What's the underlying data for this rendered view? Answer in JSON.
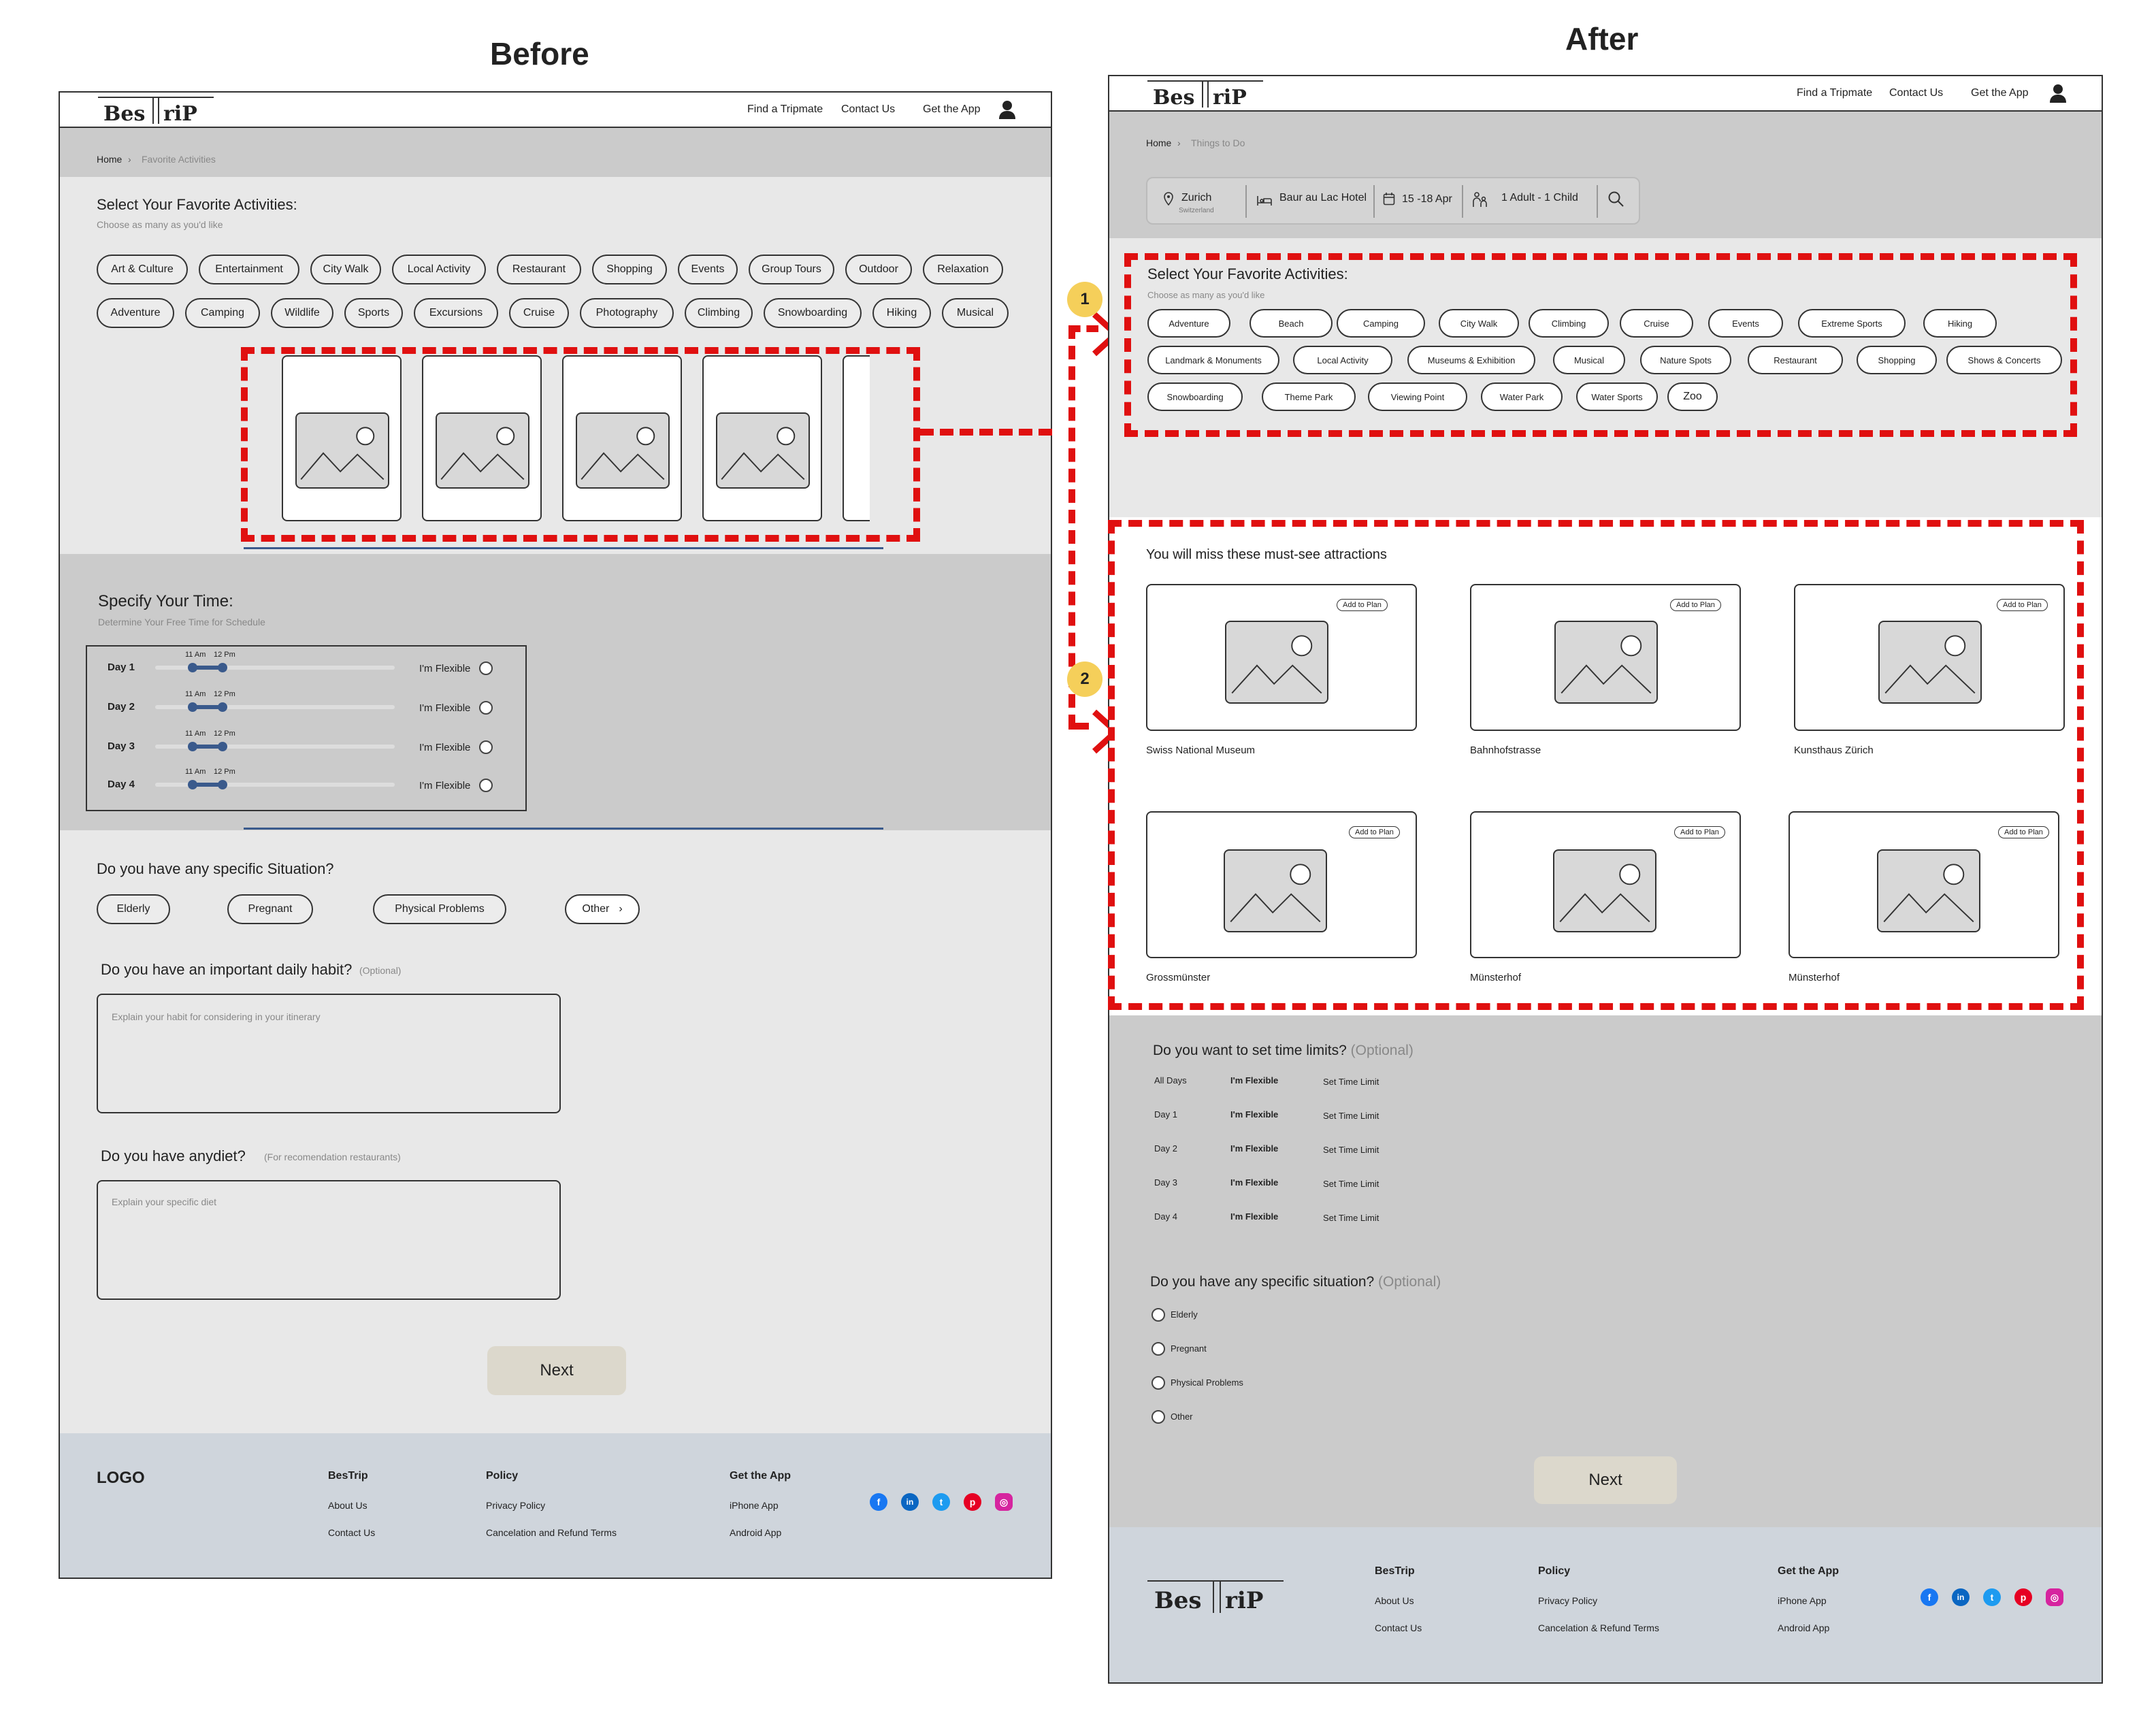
{
  "labels": {
    "before": "Before",
    "after": "After"
  },
  "brand": {
    "logo_text_left": "Bes",
    "logo_text_right": "riP",
    "footer_logo_text": "LOGO"
  },
  "header": {
    "find_tripmate": "Find a Tripmate",
    "contact_us": "Contact Us",
    "get_app": "Get the App"
  },
  "before": {
    "breadcrumb": {
      "home": "Home",
      "current": "Favorite Activities"
    },
    "activities": {
      "title": "Select Your Favorite Activities:",
      "subtitle": "Choose as many as you'd like",
      "row1": [
        "Art & Culture",
        "Entertainment",
        "City Walk",
        "Local Activity",
        "Restaurant",
        "Shopping",
        "Events",
        "Group Tours",
        "Outdoor",
        "Relaxation"
      ],
      "row2": [
        "Adventure",
        "Camping",
        "Wildlife",
        "Sports",
        "Excursions",
        "Cruise",
        "Photography",
        "Climbing",
        "Snowboarding",
        "Hiking",
        "Musical"
      ]
    },
    "time": {
      "title": "Specify Your Time:",
      "subtitle": "Determine Your Free Time for Schedule",
      "days": [
        "Day 1",
        "Day 2",
        "Day 3",
        "Day 4"
      ],
      "start_label": "11 Am",
      "end_label": "12 Pm",
      "flexible": "I'm Flexible"
    },
    "situation": {
      "title": "Do you have any specific Situation?",
      "options": [
        "Elderly",
        "Pregnant",
        "Physical Problems",
        "Other"
      ]
    },
    "habit": {
      "title": "Do you have an important daily habit?",
      "optional": "(Optional)",
      "placeholder": "Explain your habit for considering in your itinerary"
    },
    "diet": {
      "title": "Do you have anydiet?",
      "note": "(For recomendation restaurants)",
      "placeholder": "Explain your specific diet"
    },
    "next": "Next",
    "footer": {
      "col1_title": "BesTrip",
      "col1_links": [
        "About Us",
        "Contact Us"
      ],
      "col2_title": "Policy",
      "col2_links": [
        "Privacy Policy",
        "Cancelation and Refund Terms"
      ],
      "col3_title": "Get the App",
      "col3_links": [
        "iPhone App",
        "Android App"
      ]
    }
  },
  "after": {
    "breadcrumb": {
      "home": "Home",
      "current": "Things to Do"
    },
    "search": {
      "city": "Zurich",
      "country": "Switzerland",
      "hotel": "Baur au Lac Hotel",
      "dates": "15 -18 Apr",
      "guests": "1 Adult - 1 Child"
    },
    "activities": {
      "title": "Select Your Favorite Activities:",
      "subtitle": "Choose as many as you'd like",
      "row1": [
        "Adventure",
        "Beach",
        "Camping",
        "City Walk",
        "Climbing",
        "Cruise",
        "Events",
        "Extreme Sports",
        "Hiking"
      ],
      "row2": [
        "Landmark & Monuments",
        "Local Activity",
        "Museums & Exhibition",
        "Musical",
        "Nature Spots",
        "Restaurant",
        "Shopping",
        "Shows & Concerts"
      ],
      "row3": [
        "Snowboarding",
        "Theme Park",
        "Viewing Point",
        "Water Park",
        "Water Sports",
        "Zoo"
      ]
    },
    "attractions": {
      "title": "You will miss these must-see attractions",
      "add_label": "Add to Plan",
      "items": [
        "Swiss National Museum",
        "Bahnhofstrasse",
        "Kunsthaus Zürich",
        "Grossmünster",
        "Münsterhof",
        "Münsterhof"
      ]
    },
    "time_limits": {
      "title": "Do you want to set time limits?",
      "optional": "(Optional)",
      "rows": [
        "All Days",
        "Day 1",
        "Day 2",
        "Day 3",
        "Day 4"
      ],
      "flexible": "I'm Flexible",
      "set_limit": "Set Time Limit"
    },
    "situation": {
      "title": "Do you have any specific situation?",
      "optional": "(Optional)",
      "options": [
        "Elderly",
        "Pregnant",
        "Physical Problems",
        "Other"
      ]
    },
    "next": "Next",
    "footer": {
      "col1_title": "BesTrip",
      "col1_links": [
        "About Us",
        "Contact Us"
      ],
      "col2_title": "Policy",
      "col2_links": [
        "Privacy Policy",
        "Cancelation & Refund Terms"
      ],
      "col3_title": "Get the App",
      "col3_links": [
        "iPhone App",
        "Android App"
      ]
    }
  },
  "annotations": [
    "1",
    "2"
  ],
  "colors": {
    "dash_red": "#e01010",
    "badge_yellow": "#f5cf5a",
    "slider_blue": "#3a5a8c",
    "footer_bg": "#cfd5dc"
  }
}
